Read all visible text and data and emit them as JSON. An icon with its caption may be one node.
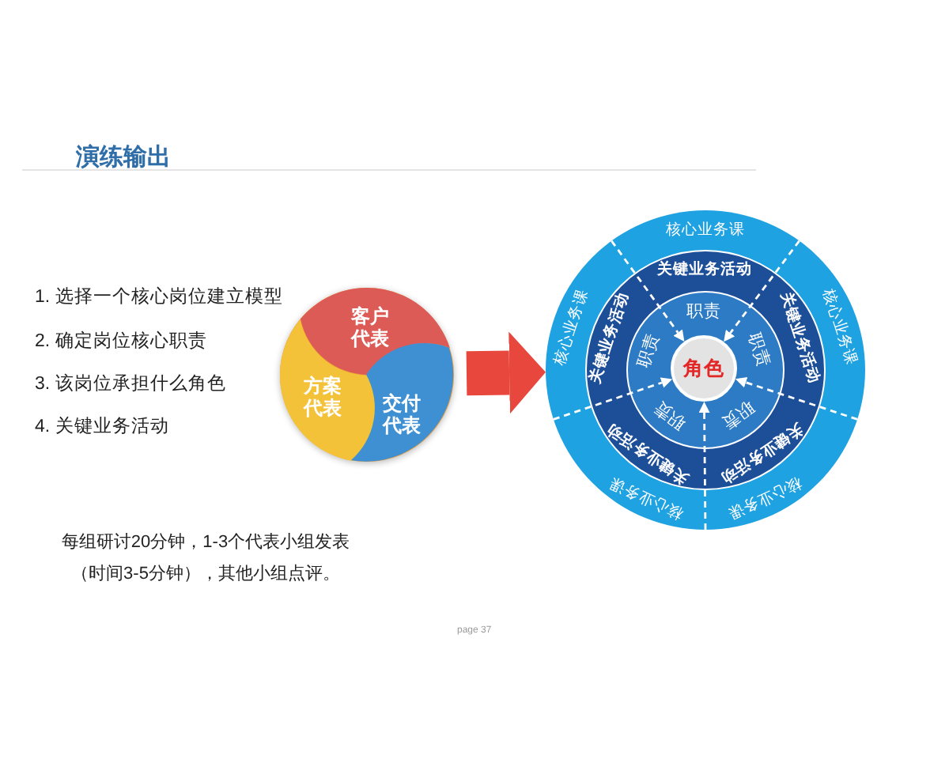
{
  "diagram": {
    "title": "演练输出",
    "nodes": [
      {
        "text": [],
        "shape": "circle"
      },
      {
        "text": [
          "客户代表"
        ],
        "in": 0
      },
      {
        "text": [
          "方案代表"
        ],
        "in": 0
      },
      {
        "text": [
          "交付代表"
        ],
        "in": 0
      },
      {
        "text": [
          "核心业务课",
          "核心业务课",
          "核心业务课",
          "核心业务课",
          "核心业务课"
        ]
      },
      {
        "text": [
          "关键业务活动",
          "关键业务活动",
          "关键业务活动",
          "关键业务活动",
          "关键业务活动"
        ],
        "in": 4
      },
      {
        "text": [
          "职责",
          "职责",
          "职责",
          "职责",
          "职责"
        ],
        "in": 5
      },
      {
        "text": [
          "角色"
        ],
        "in": 6
      }
    ],
    "edges": [
      {
        "from": 0,
        "to": 4,
        "arrow": "to",
        "style": "thick",
        "color": "#e8473d"
      },
      {
        "from": null,
        "to": 7,
        "arrow": "to",
        "style": "dashed"
      },
      {
        "from": null,
        "to": 7,
        "arrow": "to",
        "style": "dashed"
      },
      {
        "from": null,
        "to": 7,
        "arrow": "to",
        "style": "dashed"
      },
      {
        "from": null,
        "to": 7,
        "arrow": "to",
        "style": "dashed"
      },
      {
        "from": null,
        "to": 7,
        "arrow": "to",
        "style": "dashed"
      }
    ],
    "labels": [
      "1. 选择一个核心岗位建立模型",
      "2. 确定岗位核心职责",
      "3. 该岗位承担什么角色",
      "4. 关键业务活动",
      "每组研讨20分钟，1-3个代表小组发表（时间3-5分钟），其他小组点评。",
      "page 37"
    ]
  }
}
